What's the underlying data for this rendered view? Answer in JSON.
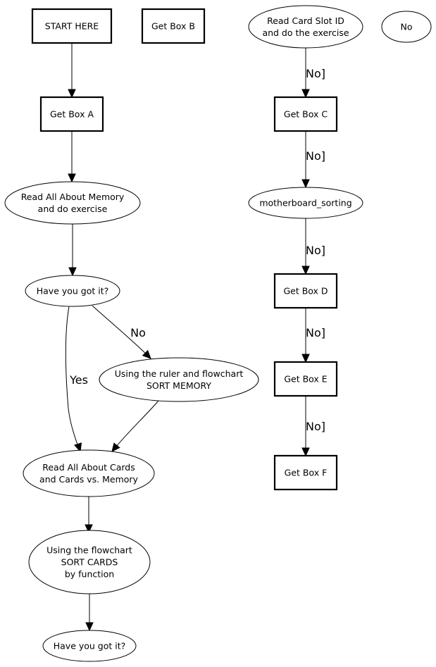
{
  "diagram": {
    "type": "flowchart",
    "nodes": {
      "start_here": {
        "shape": "box",
        "lines": [
          "START HERE"
        ]
      },
      "get_box_b": {
        "shape": "box",
        "lines": [
          "Get Box B"
        ]
      },
      "get_box_a": {
        "shape": "box",
        "lines": [
          "Get Box A"
        ]
      },
      "read_memory": {
        "shape": "ellipse",
        "lines": [
          "Read All About Memory",
          "and do exercise"
        ]
      },
      "have_you_got_it_1": {
        "shape": "ellipse",
        "lines": [
          "Have you got it?"
        ]
      },
      "sort_memory": {
        "shape": "ellipse",
        "lines": [
          "Using the ruler and flowchart",
          "SORT MEMORY"
        ]
      },
      "read_cards": {
        "shape": "ellipse",
        "lines": [
          "Read All About Cards",
          "and Cards vs. Memory"
        ]
      },
      "sort_cards": {
        "shape": "ellipse",
        "lines": [
          "Using the flowchart",
          "SORT CARDS",
          "by function"
        ]
      },
      "have_you_got_it_2": {
        "shape": "ellipse",
        "lines": [
          "Have you got it?"
        ]
      },
      "read_card_slot": {
        "shape": "ellipse",
        "lines": [
          "Read Card Slot ID",
          "and do the exercise"
        ]
      },
      "no_node": {
        "shape": "ellipse",
        "lines": [
          "No"
        ]
      },
      "get_box_c": {
        "shape": "box",
        "lines": [
          "Get Box C"
        ]
      },
      "motherboard_sorting": {
        "shape": "ellipse",
        "lines": [
          "motherboard_sorting"
        ]
      },
      "get_box_d": {
        "shape": "box",
        "lines": [
          "Get Box D"
        ]
      },
      "get_box_e": {
        "shape": "box",
        "lines": [
          "Get Box E"
        ]
      },
      "get_box_f": {
        "shape": "box",
        "lines": [
          "Get Box F"
        ]
      }
    },
    "edges": [
      {
        "from": "start_here",
        "to": "get_box_a",
        "label": ""
      },
      {
        "from": "get_box_a",
        "to": "read_memory",
        "label": ""
      },
      {
        "from": "read_memory",
        "to": "have_you_got_it_1",
        "label": ""
      },
      {
        "from": "have_you_got_it_1",
        "to": "sort_memory",
        "label": "No"
      },
      {
        "from": "have_you_got_it_1",
        "to": "read_cards",
        "label": "Yes"
      },
      {
        "from": "sort_memory",
        "to": "read_cards",
        "label": ""
      },
      {
        "from": "read_cards",
        "to": "sort_cards",
        "label": ""
      },
      {
        "from": "sort_cards",
        "to": "have_you_got_it_2",
        "label": ""
      },
      {
        "from": "read_card_slot",
        "to": "get_box_c",
        "label": "No]"
      },
      {
        "from": "get_box_c",
        "to": "motherboard_sorting",
        "label": "No]"
      },
      {
        "from": "motherboard_sorting",
        "to": "get_box_d",
        "label": "No]"
      },
      {
        "from": "get_box_d",
        "to": "get_box_e",
        "label": "No]"
      },
      {
        "from": "get_box_e",
        "to": "get_box_f",
        "label": "No]"
      }
    ]
  }
}
